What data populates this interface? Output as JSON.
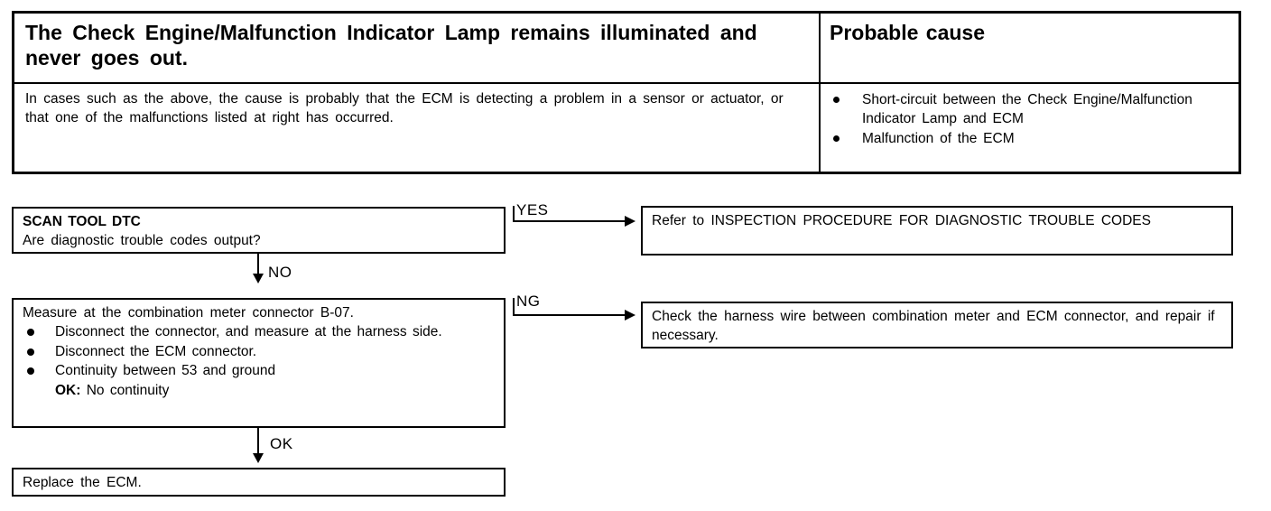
{
  "symptom_table": {
    "header": {
      "left_title": "The Check Engine/Malfunction Indicator Lamp remains illuminated and never goes out.",
      "right_title": "Probable cause"
    },
    "body": {
      "left_description": "In cases such as the above, the cause is probably that the ECM is detecting a problem in a sensor or actuator, or that one of the malfunctions listed at right has occurred.",
      "probable_causes": [
        "Short-circuit between the Check Engine/Malfunction Indicator Lamp and ECM",
        "Malfunction of the ECM"
      ]
    }
  },
  "flowchart": {
    "step_scan": {
      "title": "SCAN TOOL DTC",
      "question": "Are diagnostic trouble codes output?"
    },
    "step_measure": {
      "heading": "Measure at the combination meter connector B-07.",
      "items": [
        "Disconnect the connector, and measure at the harness side.",
        "Disconnect the ECM connector.",
        "Continuity between 53 and ground"
      ],
      "ok_label": "OK:",
      "ok_value": "No continuity"
    },
    "step_replace": {
      "text": "Replace the ECM."
    },
    "result_refer": {
      "text": "Refer to INSPECTION PROCEDURE FOR DIAGNOSTIC TROUBLE CODES"
    },
    "result_check": {
      "text": "Check the harness wire between combination meter and ECM connector, and repair if necessary."
    },
    "edges": {
      "yes": "YES",
      "no": "NO",
      "ng": "NG",
      "ok": "OK"
    }
  },
  "colors": {
    "ink": "#000000",
    "page": "#ffffff"
  }
}
